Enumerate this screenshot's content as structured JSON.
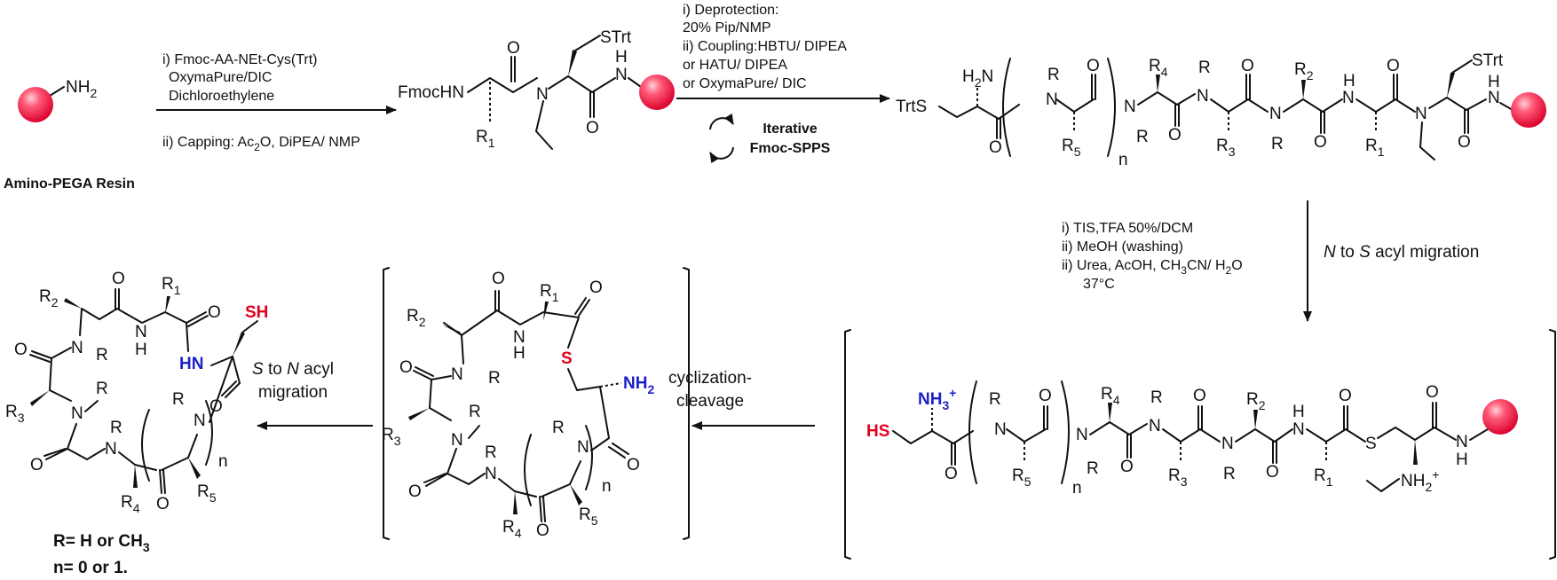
{
  "colors": {
    "resin_red": "#e3001b",
    "heteroatom_red": "#e3001b",
    "amine_blue": "#1e22c8",
    "ink": "#111111"
  },
  "top": {
    "resin": {
      "nh2": "NH",
      "nh2_sub": "2",
      "caption": "Amino-PEGA Resin"
    },
    "step1": {
      "line1": "i) Fmoc-AA-NEt-Cys(Trt)",
      "line2": "OxymaPure/DIC",
      "line3": "Dichloroethylene",
      "line4_pre": "ii) Capping: Ac",
      "line4_sub": "2",
      "line4_post": "O, DiPEA/ NMP"
    },
    "dipeptide": {
      "fmoc": "FmocHN",
      "r1": "R",
      "r1_sub": "1",
      "n": "N",
      "o1": "O",
      "o2": "O",
      "strt": "STrt",
      "h": "H",
      "nh": "N"
    },
    "step2": {
      "line1": "i) Deprotection:",
      "line2": "20% Pip/NMP",
      "line3": "ii) Coupling:HBTU/ DIPEA",
      "line4": "or HATU/ DIPEA",
      "line5": "or OxymaPure/ DIC",
      "iter1": "Iterative",
      "iter2": "Fmoc-SPPS"
    },
    "linear": {
      "trts": "TrtS",
      "h2n": "H",
      "h2n_sub": "2",
      "h2n_n": "N",
      "r": "R",
      "n_idx": "n",
      "o": "O",
      "r4": "R",
      "r4_sub": "4",
      "r2": "R",
      "r2_sub": "2",
      "r5": "R",
      "r5_sub": "5",
      "r3": "R",
      "r3_sub": "3",
      "r1": "R",
      "r1_sub": "1",
      "strt": "STrt",
      "h": "H",
      "n": "N"
    }
  },
  "step3": {
    "line1": "i) TIS,TFA 50%/DCM",
    "line2": "ii) MeOH (washing)",
    "line3_pre": "ii) Urea, AcOH, CH",
    "line3_sub": "3",
    "line3_post": "CN/ H",
    "line3_sub2": "2",
    "line3_end": "O",
    "line4": "37°C",
    "migration_a": "N",
    "migration_b": " to ",
    "migration_c": "S",
    "migration_d": " acyl migration"
  },
  "thioester": {
    "hs": "HS",
    "nh3": "NH",
    "nh3_sub": "3",
    "nh3_sup": "+",
    "r": "R",
    "n": "N",
    "n_idx": "n",
    "o": "O",
    "s": "S",
    "h": "H",
    "r4": "R",
    "r4_sub": "4",
    "r2": "R",
    "r2_sub": "2",
    "r5": "R",
    "r5_sub": "5",
    "r3": "R",
    "r3_sub": "3",
    "r1": "R",
    "r1_sub": "1",
    "nh2": "NH",
    "nh2_sub": "2",
    "nh2_sup": "+"
  },
  "cyclization": {
    "line1": "cyclization-",
    "line2": "cleavage"
  },
  "cyclic_thioester": {
    "r1": "R",
    "r1_sub": "1",
    "r2": "R",
    "r2_sub": "2",
    "r3": "R",
    "r3_sub": "3",
    "r4": "R",
    "r4_sub": "4",
    "r5": "R",
    "r5_sub": "5",
    "r": "R",
    "n": "N",
    "h": "H",
    "o": "O",
    "s": "S",
    "nh2": "NH",
    "nh2_sub": "2",
    "n_idx": "n"
  },
  "s_to_n": {
    "line1_a": "S",
    "line1_b": " to ",
    "line1_c": "N",
    "line1_d": " acyl",
    "line2": "migration"
  },
  "product": {
    "r1": "R",
    "r1_sub": "1",
    "r2": "R",
    "r2_sub": "2",
    "r3": "R",
    "r3_sub": "3",
    "r4": "R",
    "r4_sub": "4",
    "r5": "R",
    "r5_sub": "5",
    "r": "R",
    "n": "N",
    "h": "H",
    "o": "O",
    "sh": "SH",
    "hn": "HN",
    "n_idx": "n"
  },
  "legend": {
    "r_pre": "R= H or CH",
    "r_sub": "3",
    "n_line": "n= 0 or 1."
  }
}
